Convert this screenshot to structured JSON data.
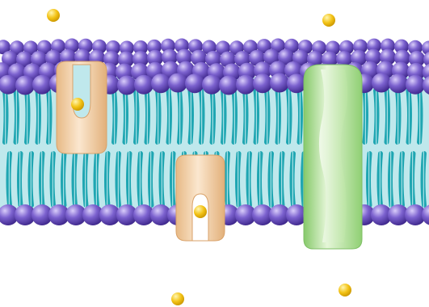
{
  "scene": {
    "subject": "cell-membrane-lipid-bilayer",
    "colors": {
      "background": "#ffffff",
      "water": "#ffffff",
      "bilayer_band": "#bfe8ec",
      "lipid_head_light": "#c4b2ee",
      "lipid_head_mid": "#7c62cf",
      "lipid_head_dark": "#4a2f9e",
      "lipid_tail": "#27b7c2",
      "lipid_tail_light": "#dff7f8",
      "carrier_protein": "#f0c99f",
      "carrier_protein_light": "#fbe7cf",
      "channel_protein": "#a9dc8e",
      "channel_protein_light": "#e5f6d8",
      "solute_particle": "#f3c316",
      "solute_particle_light": "#fff3a6"
    },
    "components": [
      {
        "type": "carrier-protein",
        "state": "open-toward-outside",
        "holds_particle": true
      },
      {
        "type": "carrier-protein",
        "state": "open-toward-inside",
        "holds_particle": true
      },
      {
        "type": "channel-protein",
        "state": "open-pore"
      }
    ],
    "free_particles": 4
  }
}
